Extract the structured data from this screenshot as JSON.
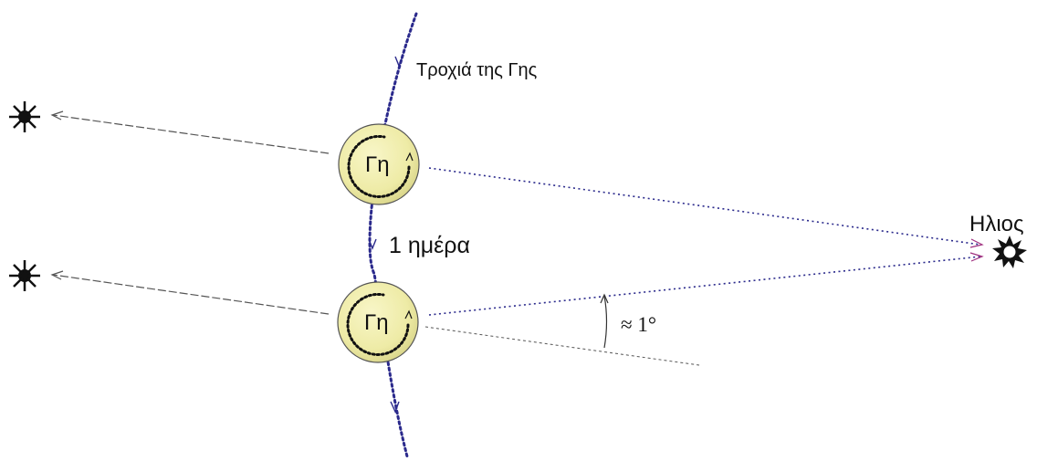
{
  "diagram": {
    "orbit_label": "Τροχιά της Γης",
    "earth_label": "Γη",
    "interval_label": "1 ημέρα",
    "sun_label": "Ηλιος",
    "angle_label": "≈ 1°"
  },
  "colors": {
    "orbit": "#2b2a8c",
    "earth_fill": "#eeeba6",
    "earth_stroke": "#555555",
    "star_lines": "#555555",
    "sun_arrowheads": "#a0307f",
    "ink": "#111111"
  },
  "icons": {
    "distant_star": "star-icon",
    "sun": "sun-icon",
    "rotation": "rotation-arrow-icon"
  }
}
